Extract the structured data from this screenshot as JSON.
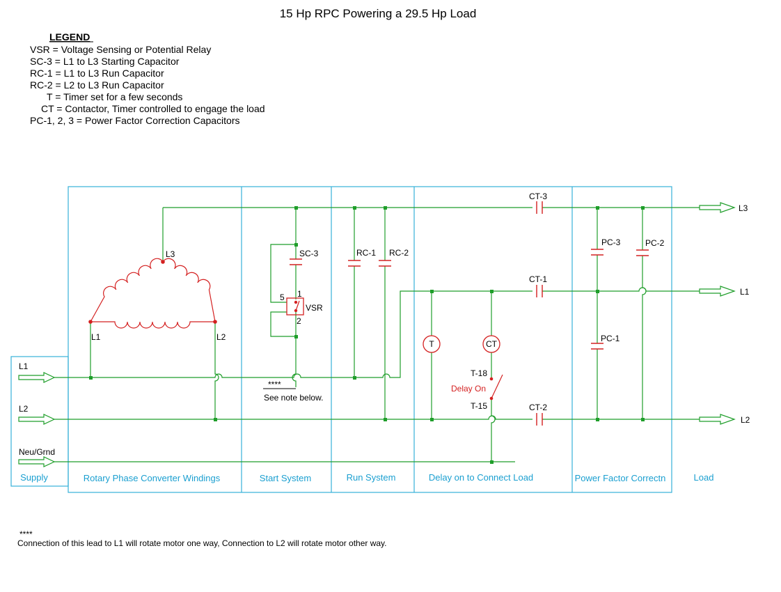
{
  "title": "15 Hp RPC Powering a 29.5 Hp Load",
  "legend": {
    "heading": "LEGEND",
    "lines": [
      "VSR = Voltage Sensing or Potential Relay",
      "SC-3 = L1 to L3 Starting Capacitor",
      "RC-1 = L1 to L3 Run Capacitor",
      "RC-2 = L2 to L3 Run Capacitor",
      "T =  Timer set for a few seconds",
      "CT = Contactor, Timer controlled to engage the load",
      "PC-1, 2, 3 = Power Factor Correction Capacitors"
    ]
  },
  "sections": {
    "supply": "Supply",
    "windings": "Rotary Phase Converter Windings",
    "start": "Start System",
    "run": "Run System",
    "delay": "Delay on to Connect Load",
    "pf": "Power Factor Correctn",
    "load": "Load"
  },
  "supply_lines": {
    "l1": "L1",
    "l2": "L2",
    "neu": "Neu/Grnd"
  },
  "winding_nodes": {
    "l3": "L3",
    "l1": "L1",
    "l2": "L2"
  },
  "components": {
    "sc3": "SC-3",
    "vsr": "VSR",
    "vsr_pin1": "1",
    "vsr_pin2": "2",
    "vsr_pin5": "5",
    "rc1": "RC-1",
    "rc2": "RC-2",
    "timer": "T",
    "contactor": "CT",
    "t18": "T-18",
    "t15": "T-15",
    "delay_on": "Delay On",
    "ct1": "CT-1",
    "ct2": "CT-2",
    "ct3": "CT-3",
    "pc1": "PC-1",
    "pc2": "PC-2",
    "pc3": "PC-3"
  },
  "outputs": {
    "l3": "L3",
    "l1": "L1",
    "l2": "L2"
  },
  "note_marker": "****",
  "note_ref": "See note below.",
  "footnote_marker": "****",
  "footnote": "Connection of this lead to L1 will rotate motor one way, Connection to L2 will rotate motor other way."
}
